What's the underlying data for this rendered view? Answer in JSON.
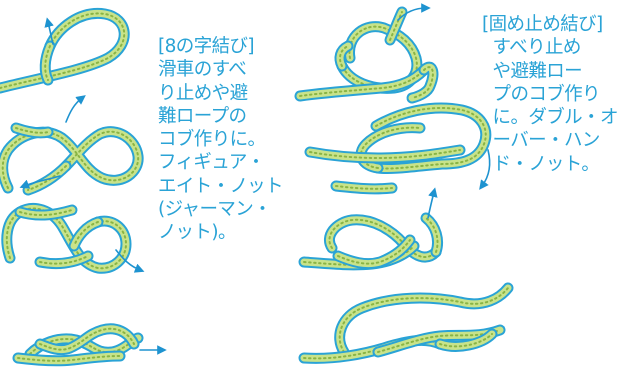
{
  "colors": {
    "rope_fill": "#c8e38a",
    "rope_outline": "#2aa3d6",
    "rope_dots": "#8ab445",
    "arrow": "#1e93d0",
    "caption_text": "#2aa3d6",
    "background": "#ffffff"
  },
  "left_caption": {
    "lines": [
      "[8の字結び]",
      "滑車のすべ",
      "り止めや避",
      "難ロープの",
      "コブ作りに。",
      "フィギュア・",
      "エイト・ノット",
      "(ジャーマン・",
      "ノット)。"
    ]
  },
  "right_caption": {
    "lines": [
      "[固め止め結び]",
      "  すべり止め",
      "  や避難ロー",
      "  プのコブ作り",
      "  に。ダブル・オ",
      "  ーバー・ハン",
      "  ド・ノット。"
    ]
  },
  "figures": {
    "left_steps": [
      "figure-eight-step-1",
      "figure-eight-step-2",
      "figure-eight-step-3",
      "figure-eight-step-4"
    ],
    "right_steps": [
      "stopper-knot-step-1",
      "stopper-knot-step-2",
      "stopper-knot-step-3",
      "stopper-knot-step-4"
    ]
  }
}
